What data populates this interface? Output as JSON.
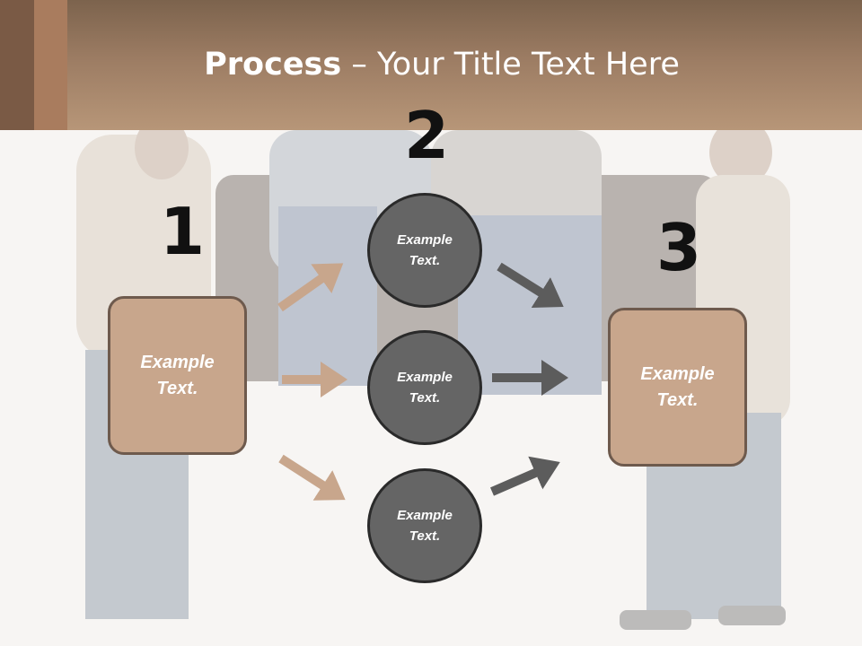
{
  "title": {
    "bold": "Process",
    "rest": " – Your Title Text Here"
  },
  "steps": {
    "one": "1",
    "two": "2",
    "three": "3"
  },
  "left_box": {
    "text": "Example Text."
  },
  "right_box": {
    "text": "Example Text."
  },
  "circles": [
    {
      "text": "Example Text."
    },
    {
      "text": "Example Text."
    },
    {
      "text": "Example Text."
    }
  ],
  "colors": {
    "header": "#a88468",
    "box_fill": "#c8a68c",
    "circle_fill": "#656565",
    "arrow_tan": "#c8a68c",
    "arrow_dark": "#5c5c5c"
  }
}
